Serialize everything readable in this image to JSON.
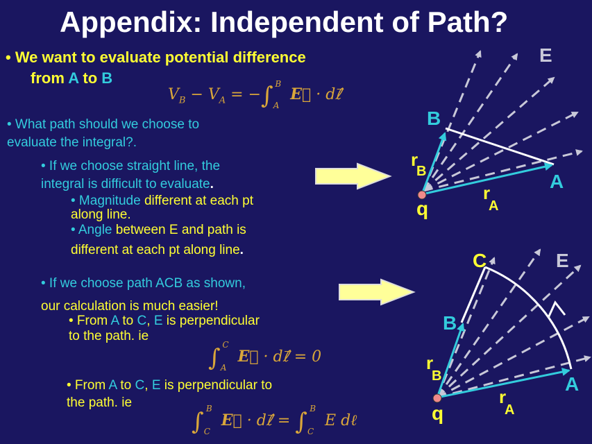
{
  "title": "Appendix: Independent of Path?",
  "bullet1": {
    "pre": "We want to evaluate potential difference",
    "line2a": "from ",
    "a": "A",
    "to": " to ",
    "b": "B"
  },
  "eq1": "V_B − V_A = −∫_A^B E · dℓ",
  "q1": {
    "l1": "• What path should we choose to",
    "l2": "evaluate the integral?."
  },
  "straight": {
    "l1": "• If we choose straight line, the",
    "l2": "integral is difficult to evaluate",
    "dot": "."
  },
  "mag": {
    "a": "• Magnitude",
    "b": " different at each pt",
    "l2": "along line."
  },
  "angle": {
    "a": "• Angle",
    "b": " between E and path is",
    "l2": "different at each pt along line",
    "dot": "."
  },
  "acb": {
    "l1": "• If we choose path ACB as shown,",
    "l2": "our calculation is much easier!"
  },
  "fromAC1": {
    "p1": "• From ",
    "a": "A",
    "p2": " to ",
    "c": "C",
    "p3": ", ",
    "e": "E",
    "p4": " is perpendicular",
    "l2": "to the path.   ie"
  },
  "eq2": "∫_A^C E · dℓ = 0",
  "fromAC2": {
    "p1": "• From ",
    "a": "A",
    "p2": " to ",
    "c": "C",
    "p3": ", ",
    "e": "E",
    "p4": " is perpendicular  to",
    "l2": "the path.   ie"
  },
  "eq3": "∫_C^B E · dℓ = ∫_C^B E dℓ",
  "diagram1": {
    "E": "E",
    "B": "B",
    "A": "A",
    "q": "q",
    "r": "r",
    "rB": "B",
    "rA": "A"
  },
  "diagram2": {
    "E": "E",
    "C": "C",
    "B": "B",
    "A": "A",
    "q": "q",
    "r": "r",
    "rB": "B",
    "rA": "A"
  },
  "colors": {
    "background": "#1a1660",
    "cyan": "#33ccdd",
    "yellow": "#ffff33",
    "eq": "#d9a63a",
    "arrow": "#ffff66"
  }
}
